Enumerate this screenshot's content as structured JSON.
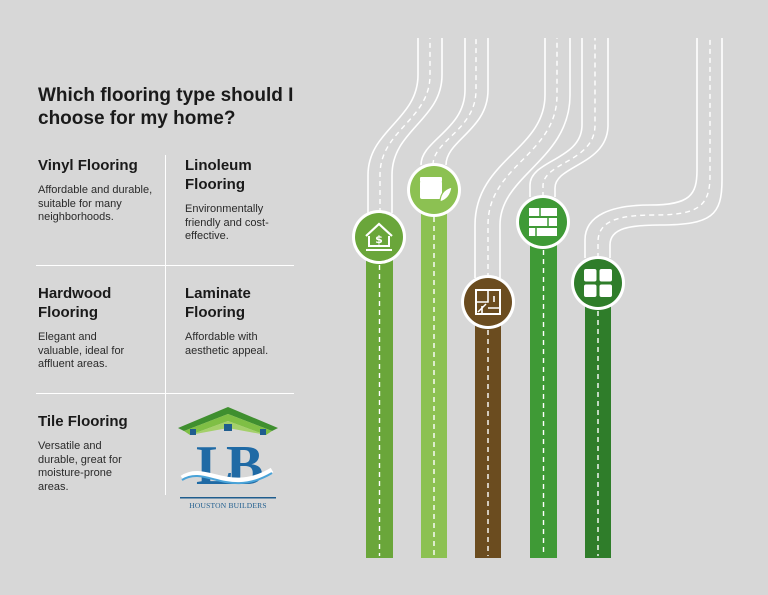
{
  "title": "Which flooring type should I choose for my home?",
  "flooring": [
    {
      "name": "Vinyl Flooring",
      "description": "Affordable and durable, suitable for many neighborhoods."
    },
    {
      "name": "Linoleum Flooring",
      "description": "Environmentally friendly and cost-effective."
    },
    {
      "name": "Hardwood Flooring",
      "description": "Elegant and valuable, ideal for affluent areas."
    },
    {
      "name": "Laminate Flooring",
      "description": "Affordable with aesthetic appeal."
    },
    {
      "name": "Tile Flooring",
      "description": "Versatile and durable, great for moisture-prone areas."
    }
  ],
  "logo": {
    "text": "HOUSTON BUILDERS"
  },
  "roads": [
    {
      "icon": "house-dollar-icon",
      "color": "#6aa63a"
    },
    {
      "icon": "box-leaf-icon",
      "color": "#8cc152"
    },
    {
      "icon": "hardwood-plan-icon",
      "color": "#6b4c1f"
    },
    {
      "icon": "laminate-planks-icon",
      "color": "#3f9a36"
    },
    {
      "icon": "tile-grid-icon",
      "color": "#2f7d2a"
    }
  ]
}
